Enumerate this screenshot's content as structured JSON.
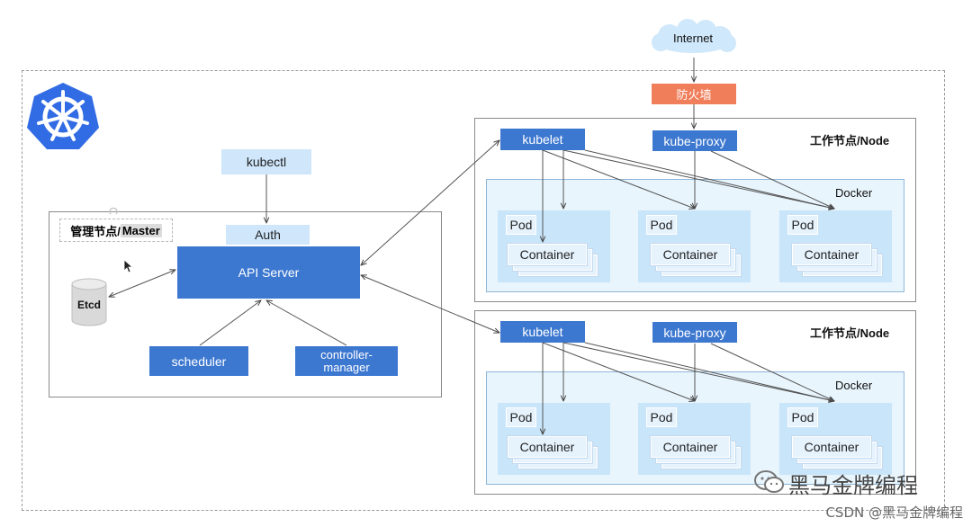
{
  "internet": "Internet",
  "firewall": "防火墙",
  "master": {
    "title_prefix": "管理节点/",
    "title_highlight": "Master",
    "kubectl": "kubectl",
    "auth": "Auth",
    "api_server": "API Server",
    "etcd": "Etcd",
    "scheduler": "scheduler",
    "controller_manager_line1": "controller-",
    "controller_manager_line2": "manager"
  },
  "nodes": [
    {
      "title": "工作节点/Node",
      "kubelet": "kubelet",
      "kube_proxy": "kube-proxy",
      "docker": "Docker",
      "pods": [
        {
          "pod": "Pod",
          "container": "Container"
        },
        {
          "pod": "Pod",
          "container": "Container"
        },
        {
          "pod": "Pod",
          "container": "Container"
        }
      ]
    },
    {
      "title": "工作节点/Node",
      "kubelet": "kubelet",
      "kube_proxy": "kube-proxy",
      "docker": "Docker",
      "pods": [
        {
          "pod": "Pod",
          "container": "Container"
        },
        {
          "pod": "Pod",
          "container": "Container"
        },
        {
          "pod": "Pod",
          "container": "Container"
        }
      ]
    }
  ],
  "watermarks": {
    "wechat": "黑马金牌编程",
    "csdn": "CSDN @黑马金牌编程"
  },
  "colors": {
    "blue_box": "#3d78d0",
    "light_box": "#cfe6fb",
    "firewall": "#f07e5a",
    "k8s_logo": "#326ce5"
  },
  "icons": {
    "logo": "kubernetes-helm-icon",
    "wechat": "wechat-icon",
    "cursor": "mouse-cursor-icon"
  }
}
